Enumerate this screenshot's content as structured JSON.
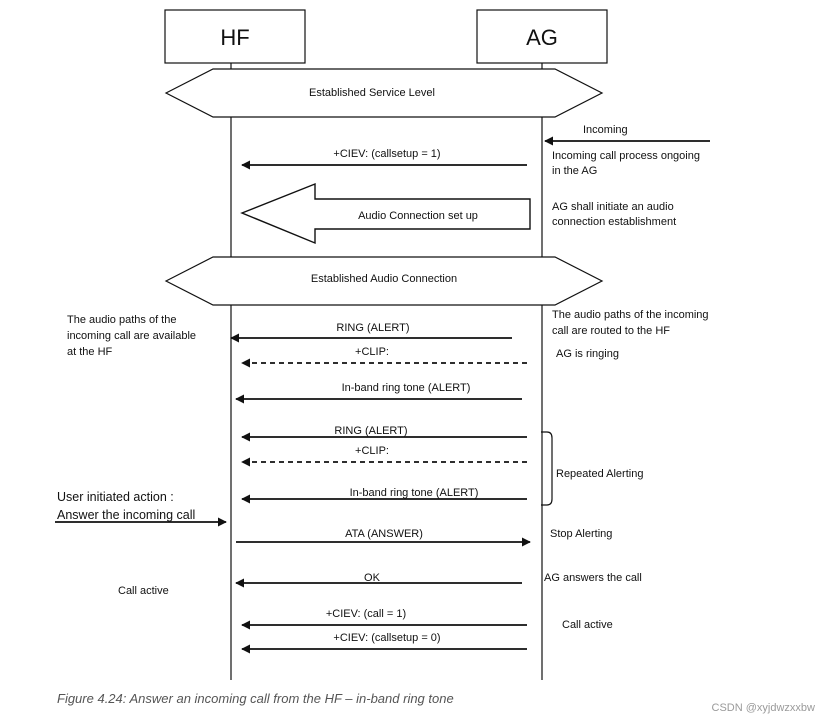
{
  "entities": {
    "hf": "HF",
    "ag": "AG"
  },
  "phases": {
    "service_level": "Established Service Level",
    "audio_connection": "Established Audio Connection"
  },
  "messages": {
    "ciev_callsetup_1": "+CIEV: (callsetup = 1)",
    "audio_setup": "Audio Connection set up",
    "ring_1": "RING (ALERT)",
    "clip_1": "+CLIP:",
    "inband_1": "In-band ring tone (ALERT)",
    "ring_2": "RING (ALERT)",
    "clip_2": "+CLIP:",
    "inband_2": "In-band ring tone (ALERT)",
    "ata": "ATA (ANSWER)",
    "ok": "OK",
    "ciev_call_1": "+CIEV: (call = 1)",
    "ciev_callsetup_0": "+CIEV: (callsetup = 0)"
  },
  "notes": {
    "incoming": "Incoming",
    "process_1": "Incoming call process ongoing",
    "process_2": "in the AG",
    "initiate_1": "AG shall initiate an audio",
    "initiate_2": "connection establishment",
    "routed_1": "The audio paths of the incoming",
    "routed_2": "call are routed to the HF",
    "available_1": "The audio paths of the",
    "available_2": "incoming call are available",
    "available_3": "at the HF",
    "ringing": "AG is ringing",
    "repeated": "Repeated Alerting",
    "user_action_1": "User initiated action :",
    "user_action_2": "Answer the incoming call",
    "stop_alerting": "Stop Alerting",
    "ag_answers": "AG answers the call",
    "call_active_hf": "Call active",
    "call_active_ag": "Call active"
  },
  "caption": "Figure 4.24: Answer an incoming call from the HF – in-band ring tone",
  "watermark": "CSDN @xyjdwzxxbw"
}
